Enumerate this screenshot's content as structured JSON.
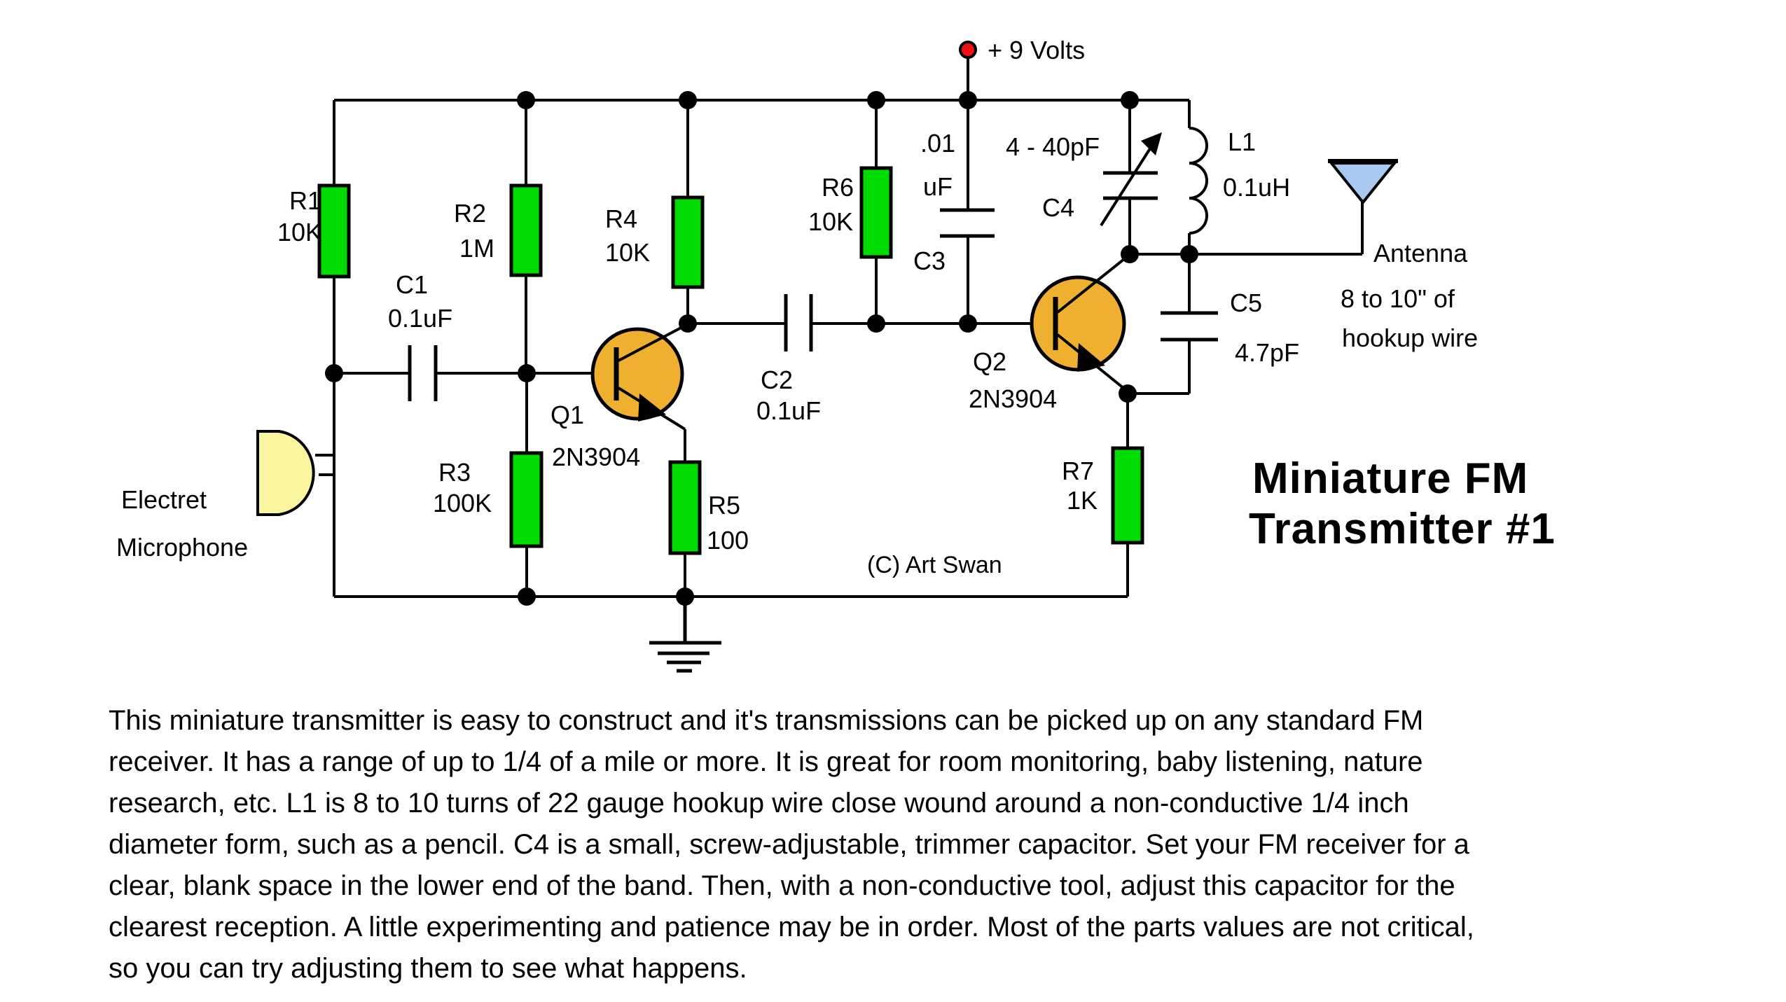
{
  "power": {
    "label": "+ 9 Volts"
  },
  "title": {
    "line1": "Miniature FM",
    "line2": "Transmitter #1"
  },
  "credit": "(C) Art Swan",
  "mic": {
    "line1": "Electret",
    "line2": "Microphone"
  },
  "antenna": {
    "name": "Antenna",
    "note1": "8 to 10\" of",
    "note2": "hookup wire"
  },
  "components": {
    "r1": {
      "ref": "R1",
      "value": "10K"
    },
    "r2": {
      "ref": "R2",
      "value": "1M"
    },
    "r3": {
      "ref": "R3",
      "value": "100K"
    },
    "r4": {
      "ref": "R4",
      "value": "10K"
    },
    "r5": {
      "ref": "R5",
      "value": "100"
    },
    "r6": {
      "ref": "R6",
      "value": "10K"
    },
    "r7": {
      "ref": "R7",
      "value": "1K"
    },
    "c1": {
      "ref": "C1",
      "value": "0.1uF"
    },
    "c2": {
      "ref": "C2",
      "value": "0.1uF"
    },
    "c3": {
      "ref": "C3",
      "value_line1": ".01",
      "value_line2": "uF"
    },
    "c4": {
      "ref": "C4",
      "value": "4 - 40pF"
    },
    "c5": {
      "ref": "C5",
      "value": "4.7pF"
    },
    "l1": {
      "ref": "L1",
      "value": "0.1uH"
    },
    "q1": {
      "ref": "Q1",
      "value": "2N3904"
    },
    "q2": {
      "ref": "Q2",
      "value": "2N3904"
    }
  },
  "description": {
    "lines": [
      "This miniature transmitter is easy to construct and it's transmissions can be picked up on any standard FM",
      "receiver. It has a range of up to 1/4 of a mile or more. It is great for room monitoring, baby listening, nature",
      "research, etc. L1 is 8 to 10 turns of 22 gauge hookup wire close wound around a non-conductive 1/4 inch",
      "diameter form, such as a pencil. C4 is a small, screw-adjustable, trimmer capacitor. Set your FM receiver for a",
      "clear, blank space in the lower end of the band. Then, with a non-conductive tool, adjust this capacitor for the",
      "clearest reception. A little experimenting and patience may be in order. Most of the parts values are not critical,",
      "so you can try adjusting them to see what happens."
    ]
  },
  "colors": {
    "resistor_fill": "#00DC00",
    "transistor_fill": "#EFB02F",
    "microphone_fill": "#FAF6A0",
    "antenna_fill": "#A9C9F0",
    "power_dot": "#EE1111",
    "wire": "#000000"
  }
}
